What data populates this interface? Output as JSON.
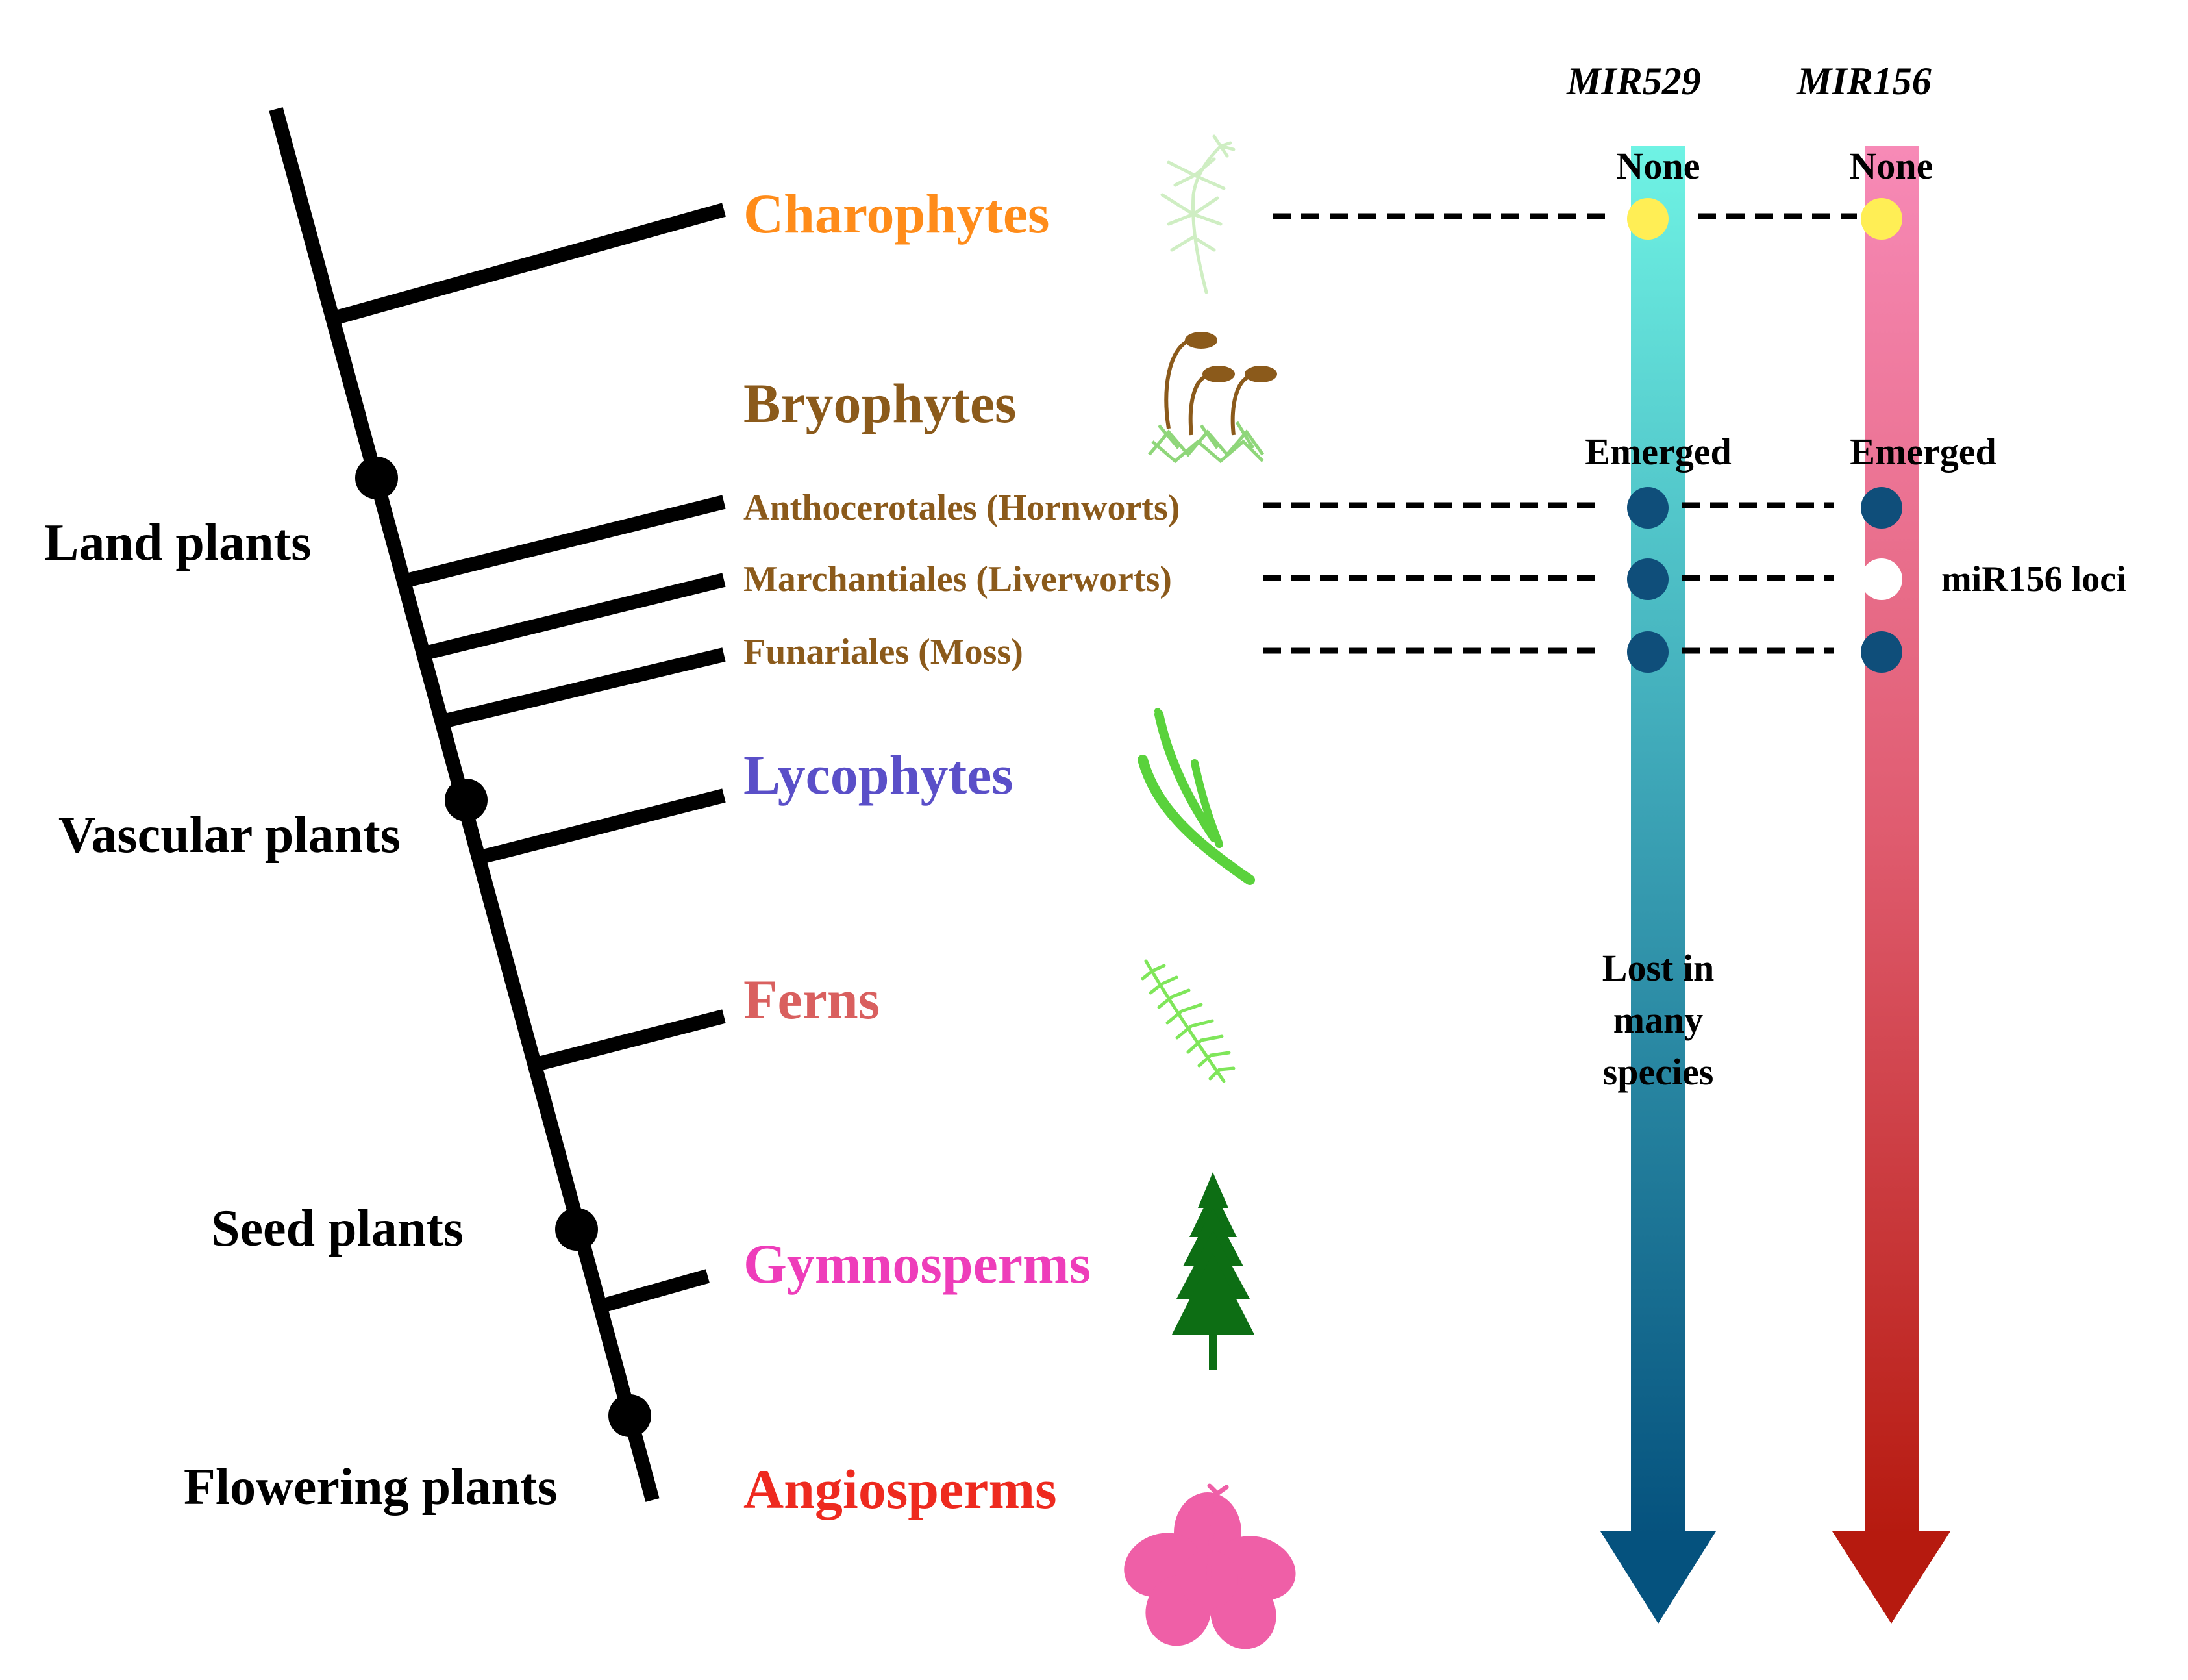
{
  "columns": {
    "mir529": "MIR529",
    "mir156": "MIR156"
  },
  "status": {
    "none_529": "None",
    "none_156": "None",
    "emerged_529": "Emerged",
    "emerged_156": "Emerged",
    "lost_line1": "Lost in",
    "lost_line2": "many",
    "lost_line3": "species",
    "mir156_loci": "miR156 loci"
  },
  "clades": {
    "land": "Land plants",
    "vascular": "Vascular plants",
    "seed": "Seed plants",
    "flowering": "Flowering plants"
  },
  "taxa": {
    "charophytes": "Charophytes",
    "bryophytes": "Bryophytes",
    "hornworts": "Anthocerotales (Hornworts)",
    "liverworts": "Marchantiales (Liverworts)",
    "moss": "Funariales (Moss)",
    "lycophytes": "Lycophytes",
    "ferns": "Ferns",
    "gymnosperms": "Gymnosperms",
    "angiosperms": "Angiosperms"
  },
  "colors": {
    "charophytes": "#ff8c1a",
    "bryophytes": "#8b5a1b",
    "lycophytes": "#5a4fc8",
    "ferns": "#d9605f",
    "gymnosperms": "#ee3dba",
    "angiosperms": "#ee2a1f",
    "none_dot": "#ffee55",
    "emerged_dot": "#0f4e7a",
    "loci_dot": "#ffffff"
  }
}
